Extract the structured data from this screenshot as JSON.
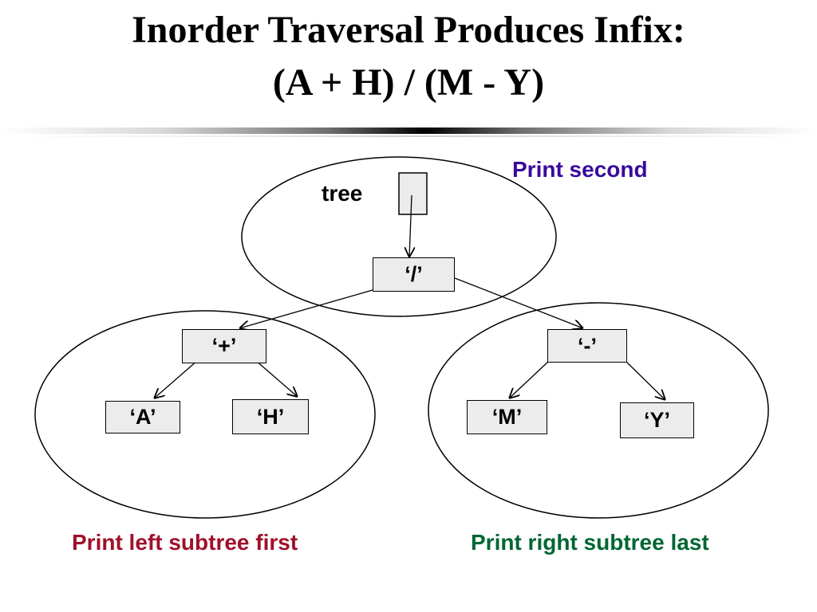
{
  "slide": {
    "title_line1": "Inorder Traversal Produces Infix:",
    "title_line2": "(A + H) / (M - Y)"
  },
  "diagram": {
    "tree_label": "tree",
    "nodes": {
      "root": "‘/’",
      "plus": "‘+’",
      "minus": "‘-’",
      "a": "‘A’",
      "h": "‘H’",
      "m": "‘M’",
      "y": "‘Y’"
    },
    "captions": {
      "print_second": "Print second",
      "print_left": "Print left subtree first",
      "print_right": "Print right subtree last"
    },
    "colors": {
      "print_second": "#3a0a9c",
      "print_left": "#a0102a",
      "print_right": "#006633",
      "node_fill": "#ececec"
    }
  }
}
